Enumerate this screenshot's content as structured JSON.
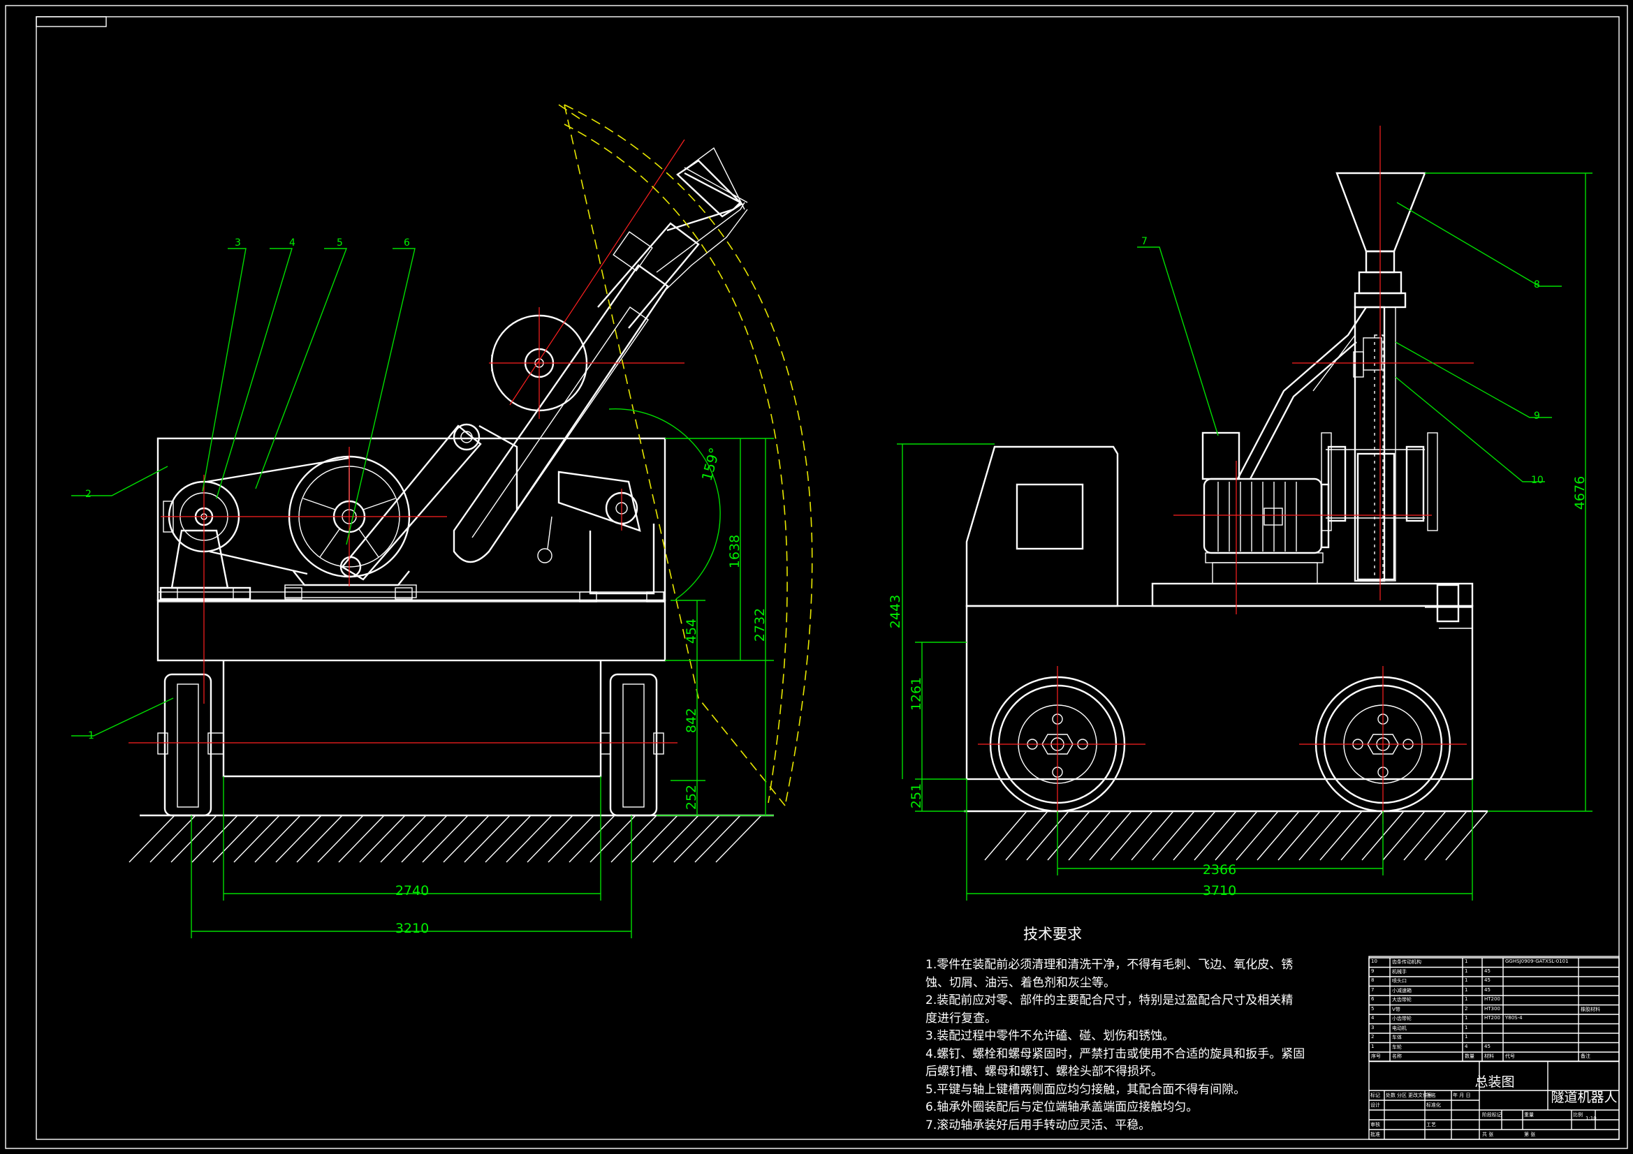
{
  "drawing": {
    "title": "总装图",
    "name": "隧道机器人"
  },
  "dimensions": {
    "left": {
      "width_inner": "2740",
      "width_outer": "3210",
      "h_1638": "1638",
      "h_2732": "2732",
      "h_454": "454",
      "h_842": "842",
      "h_252": "252",
      "angle": "159°"
    },
    "right": {
      "wheelbase": "2366",
      "length": "3710",
      "h_2443": "2443",
      "h_1261": "1261",
      "h_251": "251",
      "h_4676": "4676"
    }
  },
  "balloons": {
    "left": [
      "1",
      "2",
      "3",
      "4",
      "5",
      "6"
    ],
    "right": [
      "7",
      "8",
      "9",
      "10"
    ]
  },
  "technical_requirements": {
    "heading": "技术要求",
    "lines": [
      "1.零件在装配前必须清理和清洗干净，不得有毛刺、飞边、氧化皮、锈",
      "蚀、切屑、油污、着色剂和灰尘等。",
      "2.装配前应对零、部件的主要配合尺寸，特别是过盈配合尺寸及相关精",
      "度进行复查。",
      "3.装配过程中零件不允许磕、碰、划伤和锈蚀。",
      "4.螺钉、螺栓和螺母紧固时，严禁打击或使用不合适的旋具和扳手。紧固",
      "后螺钉槽、螺母和螺钉、螺栓头部不得损坏。",
      "5.平键与轴上键槽两侧面应均匀接触，其配合面不得有间隙。",
      "6.轴承外圈装配后与定位端轴承盖端面应接触均匀。",
      "7.滚动轴承装好后用手转动应灵活、平稳。"
    ]
  },
  "parts_list": {
    "header": [
      "序号",
      "名称",
      "数量",
      "材料",
      "代号",
      "备注"
    ],
    "rows": [
      [
        "10",
        "齿条传动机构",
        "1",
        "",
        "GGHSJ0909-GATXSL-0101",
        ""
      ],
      [
        "9",
        "机械手",
        "1",
        "45",
        "",
        ""
      ],
      [
        "8",
        "喷头口",
        "1",
        "45",
        "",
        ""
      ],
      [
        "7",
        "小减速箱",
        "1",
        "45",
        "",
        ""
      ],
      [
        "6",
        "大齿带轮",
        "1",
        "HT200",
        "",
        ""
      ],
      [
        "5",
        "V带",
        "2",
        "HT300",
        "",
        "橡胶材料"
      ],
      [
        "4",
        "小齿带轮",
        "1",
        "HT200",
        "Y80S-4",
        ""
      ],
      [
        "3",
        "电动机",
        "1",
        "",
        "",
        ""
      ],
      [
        "2",
        "车体",
        "1",
        "",
        "",
        ""
      ],
      [
        "1",
        "车轮",
        "4",
        "45",
        "",
        ""
      ]
    ]
  },
  "title_block": {
    "labels": [
      "标记",
      "处数",
      "分区",
      "更改文件号",
      "签名",
      "年 月 日",
      "设计",
      "标准化",
      "阶段标记",
      "重量",
      "比例",
      "审核",
      "工艺",
      "批准",
      "共 张",
      "第 张"
    ],
    "scale": "1:10"
  },
  "colors": {
    "background": "#000000",
    "outline": "#ffffff",
    "centerline": "#ff2020",
    "dimension": "#00dd00",
    "hidden": "#e8e800"
  }
}
